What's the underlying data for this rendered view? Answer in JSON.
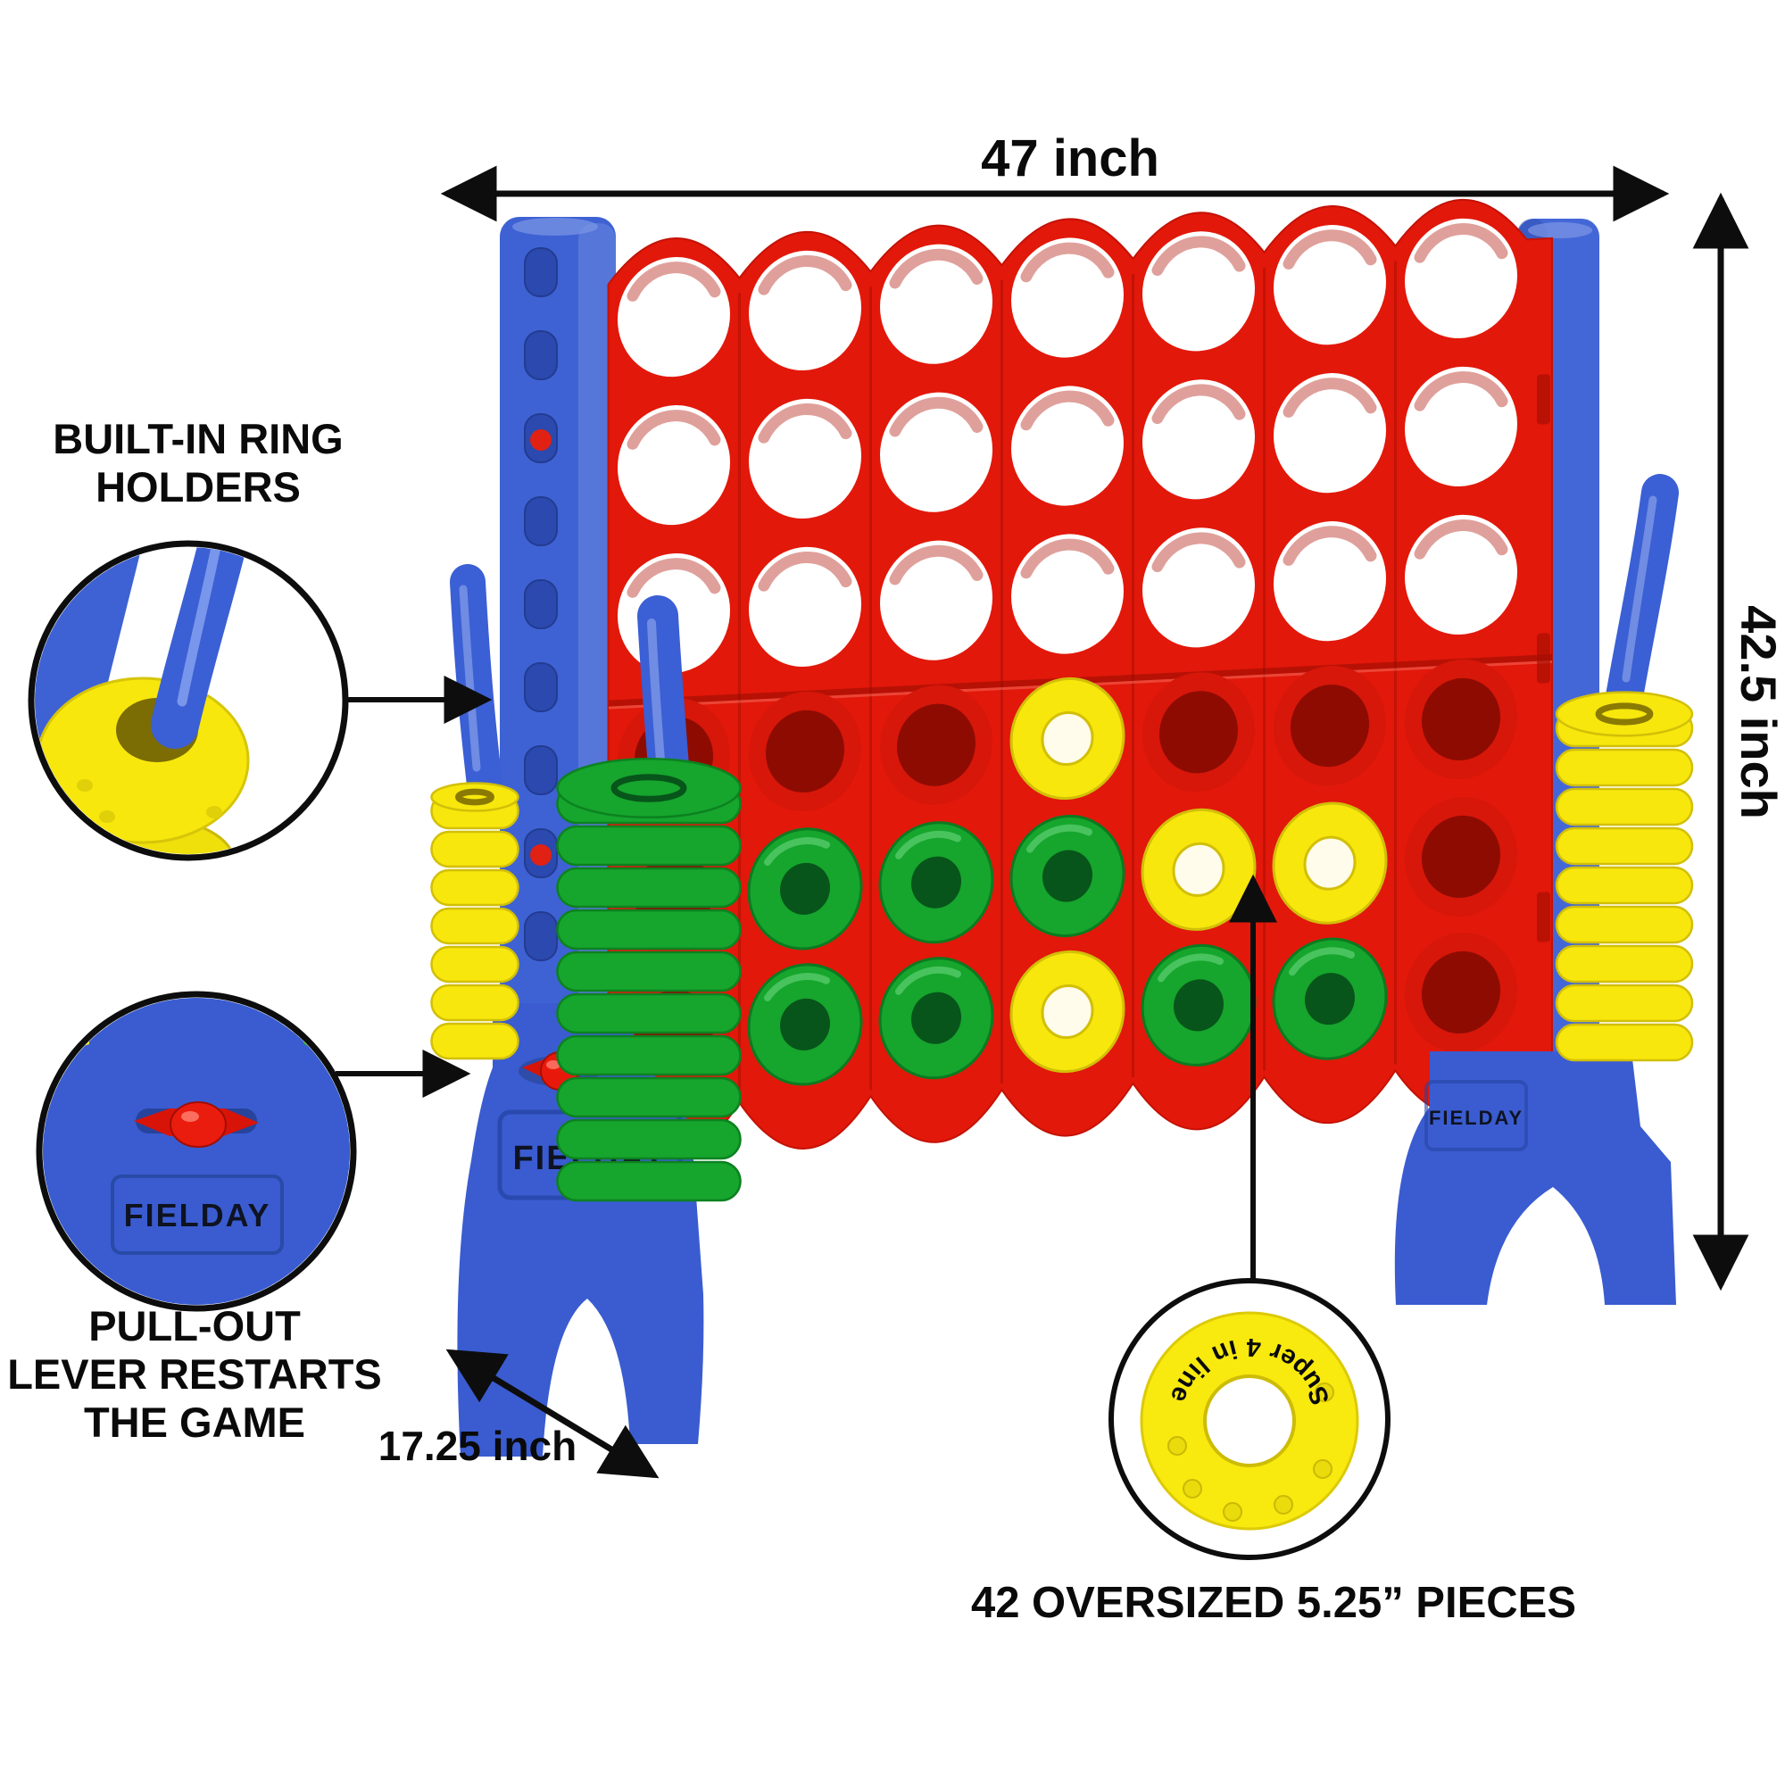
{
  "product": {
    "name": "giant-4-in-a-row-game",
    "brand_embossed": "FIELDAY",
    "disc_embossed": "Super 4 in line"
  },
  "dimensions": {
    "width_label": "47 inch",
    "height_label": "42.5 inch",
    "depth_label": "17.25 inch"
  },
  "annotations": {
    "ring_holders": {
      "line1": "BUILT-IN RING",
      "line2": "HOLDERS"
    },
    "lever": {
      "line1": "PULL-OUT",
      "line2": "LEVER RESTARTS",
      "line3": "THE GAME"
    },
    "pieces": "42 OVERSIZED 5.25” PIECES"
  },
  "board": {
    "columns": 7,
    "rows": 6,
    "legend": {
      "E": "empty open hole",
      "R": "empty hole red back",
      "G": "green disc",
      "Y": "yellow disc"
    },
    "grid": [
      "EEEEEEE",
      "EEEEEEE",
      "EEEEEEE",
      "RRRYRRR",
      "RGGGYYR",
      "RGGYGGR"
    ]
  },
  "ring_stacks": [
    {
      "side": "left",
      "color": "yellow",
      "rings": 7
    },
    {
      "side": "left",
      "color": "green",
      "rings": 10
    },
    {
      "side": "right",
      "color": "yellow",
      "rings": 9
    }
  ],
  "left_post": {
    "slots": 9,
    "indicator_slots": [
      2,
      7
    ]
  },
  "colors": {
    "red": "#e2180a",
    "red_dark": "#b01105",
    "red_hole": "#8e0b02",
    "blue": "#3e62d3",
    "blue_dark": "#2a48a8",
    "blue_light": "#7e97e6",
    "green": "#16a52d",
    "green_dark": "#07551a",
    "green_edge": "#0c8220",
    "yellow": "#f7e70c",
    "yellow_edge": "#d2bf08",
    "yellow_hole": "#8a7a04",
    "arrow_black": "#0d0d0d"
  }
}
